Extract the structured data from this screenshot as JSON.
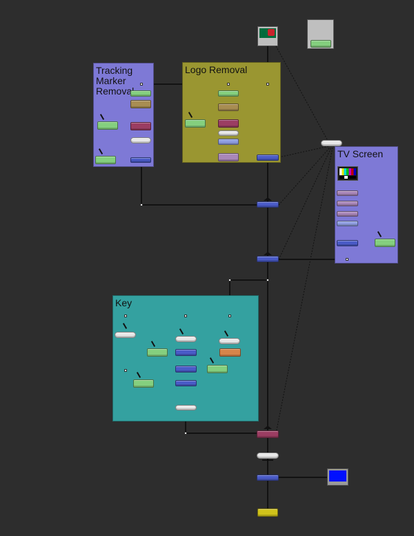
{
  "groups": {
    "tracking": {
      "label": "Tracking Marker\nRemoval",
      "color": "#7e79d6"
    },
    "logo": {
      "label": "Logo Removal",
      "color": "#9a9631"
    },
    "tv": {
      "label": "TV Screen",
      "color": "#7e79d6"
    },
    "key": {
      "label": "Key",
      "color": "#34a1a0"
    }
  },
  "colors": {
    "background": "#2d2d2d",
    "wire": "#0a0a0a",
    "merge": "#4a5bc7",
    "background_node": "#84cf7e",
    "blur": "#a88d52",
    "dissolve": "#9b3d62",
    "transform": "#e8e8e8",
    "polygon": "#8f9ee0",
    "color_corrector": "#a987b8",
    "channel_booleans": "#d6844a",
    "saver": "#d0c21a",
    "media_in_view": "#00a36b",
    "solid_blue": "#0010ff",
    "test_pattern": "#1a1a1a"
  },
  "icons": [
    "media-in-thumbnail-icon",
    "test-pattern-icon",
    "blue-background-icon",
    "background-thumbnail-icon"
  ]
}
